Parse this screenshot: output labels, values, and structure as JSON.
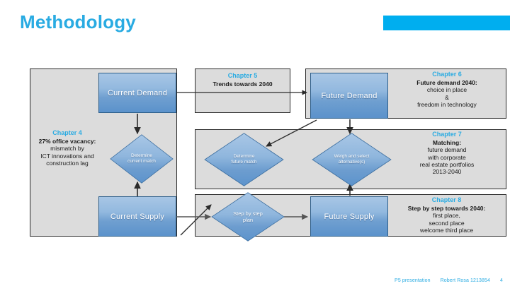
{
  "slide": {
    "title": "Methodology",
    "accent_color": "#29ABE2",
    "title_bar_color": "#00AEEF"
  },
  "diagram": {
    "boxes": [
      {
        "id": "current-demand",
        "label": "Current Demand"
      },
      {
        "id": "future-demand",
        "label": "Future Demand"
      },
      {
        "id": "current-supply",
        "label": "Current Supply"
      },
      {
        "id": "future-supply",
        "label": "Future Supply"
      }
    ],
    "decisions": [
      {
        "id": "determine-current-match",
        "line1": "Determine",
        "line2": "current match"
      },
      {
        "id": "determine-future-match",
        "line1": "Determine",
        "line2": "future match"
      },
      {
        "id": "weigh-select",
        "line1": "Weigh and select",
        "line2": "alternative(s)"
      },
      {
        "id": "step-by-step-plan",
        "line1": "Step by step",
        "line2": "plan"
      }
    ],
    "chapters": [
      {
        "id": "chapter-4",
        "heading": "Chapter 4",
        "strong": "27% office vacancy:",
        "lines": [
          "mismatch by",
          "ICT innovations and",
          "construction lag"
        ]
      },
      {
        "id": "chapter-5",
        "heading": "Chapter 5",
        "strong": "Trends towards 2040",
        "lines": []
      },
      {
        "id": "chapter-6",
        "heading": "Chapter 6",
        "strong": "Future demand 2040:",
        "lines": [
          "choice in place",
          "&",
          "freedom in technology"
        ]
      },
      {
        "id": "chapter-7",
        "heading": "Chapter 7",
        "strong": "Matching:",
        "lines": [
          "future demand",
          "with corporate",
          "real estate portfolios",
          "2013-2040"
        ]
      },
      {
        "id": "chapter-8",
        "heading": "Chapter 8",
        "strong": "Step by step towards 2040:",
        "lines": [
          "first place,",
          "second place",
          "welcome third place"
        ]
      }
    ]
  },
  "footer": {
    "presentation": "P5 presentation",
    "author": "Robert Rosa 1213854",
    "page_number": "4"
  }
}
